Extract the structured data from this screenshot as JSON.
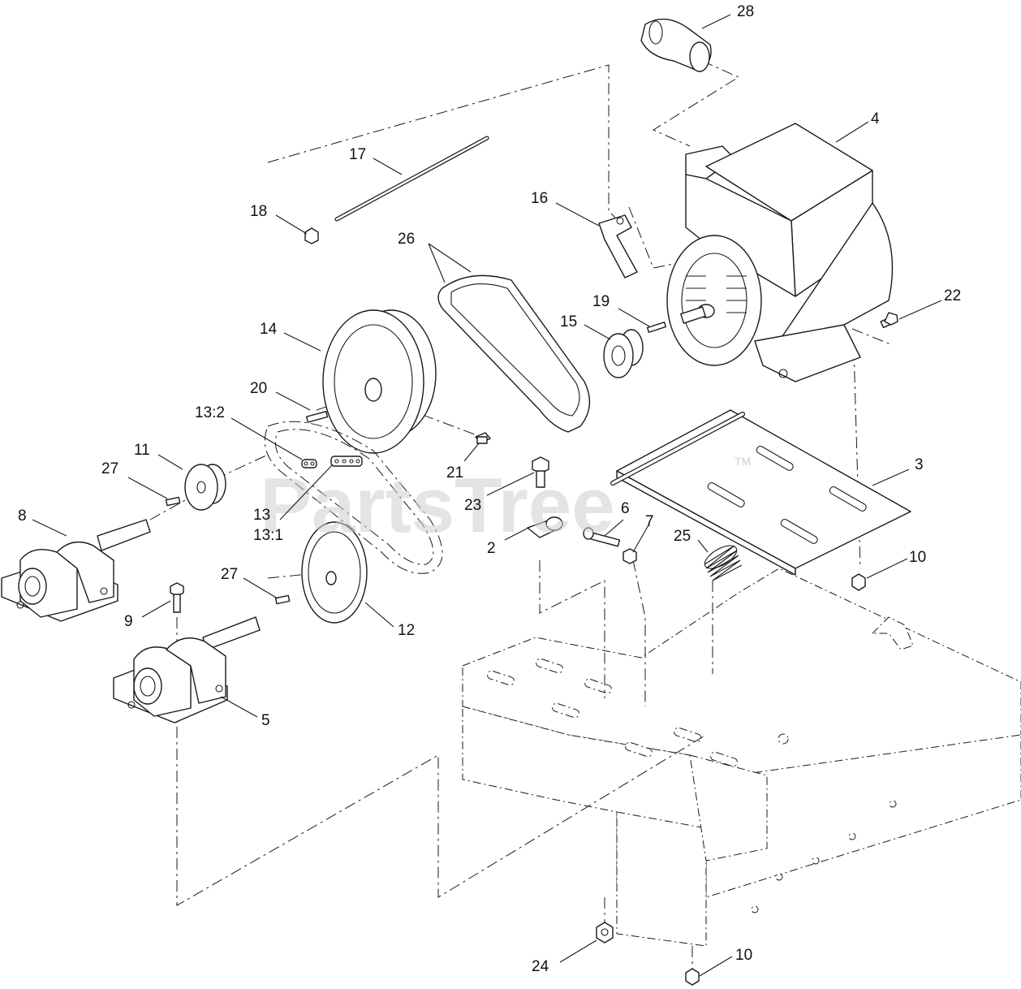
{
  "watermark": {
    "brand": "PartsTree",
    "tm": "TM"
  },
  "callouts": [
    {
      "id": "c28",
      "text": "28"
    },
    {
      "id": "c4",
      "text": "4"
    },
    {
      "id": "c17",
      "text": "17"
    },
    {
      "id": "c18",
      "text": "18"
    },
    {
      "id": "c16",
      "text": "16"
    },
    {
      "id": "c26",
      "text": "26"
    },
    {
      "id": "c22",
      "text": "22"
    },
    {
      "id": "c19",
      "text": "19"
    },
    {
      "id": "c14",
      "text": "14"
    },
    {
      "id": "c15",
      "text": "15"
    },
    {
      "id": "c20",
      "text": "20"
    },
    {
      "id": "c13_2",
      "text": "13:2"
    },
    {
      "id": "c11",
      "text": "11"
    },
    {
      "id": "c27a",
      "text": "27"
    },
    {
      "id": "c21",
      "text": "21"
    },
    {
      "id": "c3",
      "text": "3"
    },
    {
      "id": "c23",
      "text": "23"
    },
    {
      "id": "c8",
      "text": "8"
    },
    {
      "id": "c13",
      "text": "13"
    },
    {
      "id": "c13_1",
      "text": "13:1"
    },
    {
      "id": "c6",
      "text": "6"
    },
    {
      "id": "c7",
      "text": "7"
    },
    {
      "id": "c2",
      "text": "2"
    },
    {
      "id": "c25",
      "text": "25"
    },
    {
      "id": "c10a",
      "text": "10"
    },
    {
      "id": "c27b",
      "text": "27"
    },
    {
      "id": "c9",
      "text": "9"
    },
    {
      "id": "c12",
      "text": "12"
    },
    {
      "id": "c5",
      "text": "5"
    },
    {
      "id": "c24",
      "text": "24"
    },
    {
      "id": "c10b",
      "text": "10"
    }
  ]
}
